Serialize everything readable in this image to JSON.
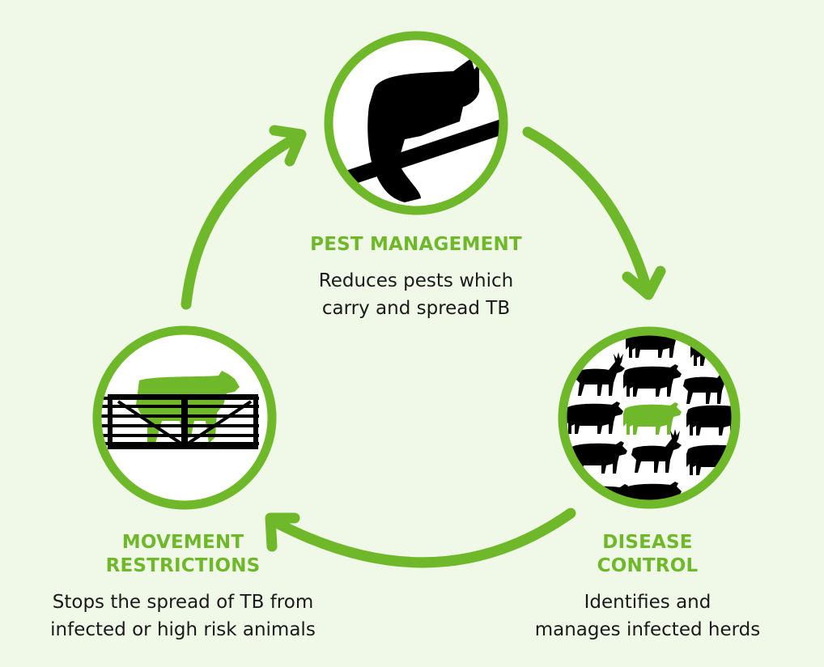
{
  "diagram": {
    "type": "cycle",
    "accent_color": "#6fb82a",
    "background_color": "#f0f8e8",
    "stages": [
      {
        "id": "pest-management",
        "title_lines": [
          "PEST MANAGEMENT"
        ],
        "description_lines": [
          "Reduces pests which",
          "carry and spread TB"
        ],
        "icon": "possum-on-branch-icon"
      },
      {
        "id": "disease-control",
        "title_lines": [
          "DISEASE",
          "CONTROL"
        ],
        "description_lines": [
          "Identifies and",
          "manages infected herds"
        ],
        "icon": "herd-cattle-deer-icon"
      },
      {
        "id": "movement-restrictions",
        "title_lines": [
          "MOVEMENT",
          "RESTRICTIONS"
        ],
        "description_lines": [
          "Stops the spread of TB from",
          "infected or high risk animals"
        ],
        "icon": "cow-behind-gate-icon"
      }
    ],
    "arrows": [
      {
        "from": "pest-management",
        "to": "disease-control"
      },
      {
        "from": "disease-control",
        "to": "movement-restrictions"
      },
      {
        "from": "movement-restrictions",
        "to": "pest-management"
      }
    ]
  }
}
